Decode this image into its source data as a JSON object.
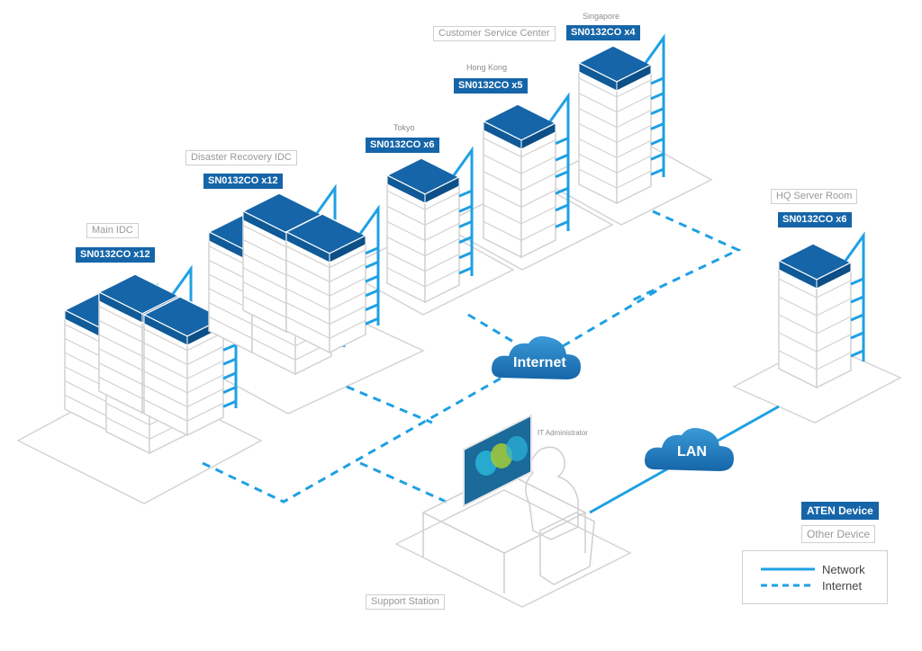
{
  "colors": {
    "aten_blue": "#1565a8",
    "network_line": "#1ea0e4",
    "other_device": "#d2d2d2",
    "label_gray": "#999999"
  },
  "sites": [
    {
      "id": "main-idc",
      "name": "Main IDC",
      "device": "SN0132CO x12"
    },
    {
      "id": "dr-idc",
      "name": "Disaster Recovery IDC",
      "device": "SN0132CO x12"
    },
    {
      "id": "tokyo",
      "city": "Tokyo",
      "device": "SN0132CO x6"
    },
    {
      "id": "hong-kong",
      "city": "Hong Kong",
      "device": "SN0132CO x5"
    },
    {
      "id": "singapore",
      "city": "Singapore",
      "group": "Customer Service Center",
      "device": "SN0132CO x4"
    },
    {
      "id": "hq",
      "name": "HQ Server Room",
      "device": "SN0132CO x6"
    }
  ],
  "support": {
    "name": "Support Station",
    "person": "IT Administrator"
  },
  "clouds": {
    "internet": "Internet",
    "lan": "LAN"
  },
  "legend": {
    "aten_device": "ATEN Device",
    "other_device": "Other Device",
    "network": "Network",
    "internet": "Internet"
  }
}
